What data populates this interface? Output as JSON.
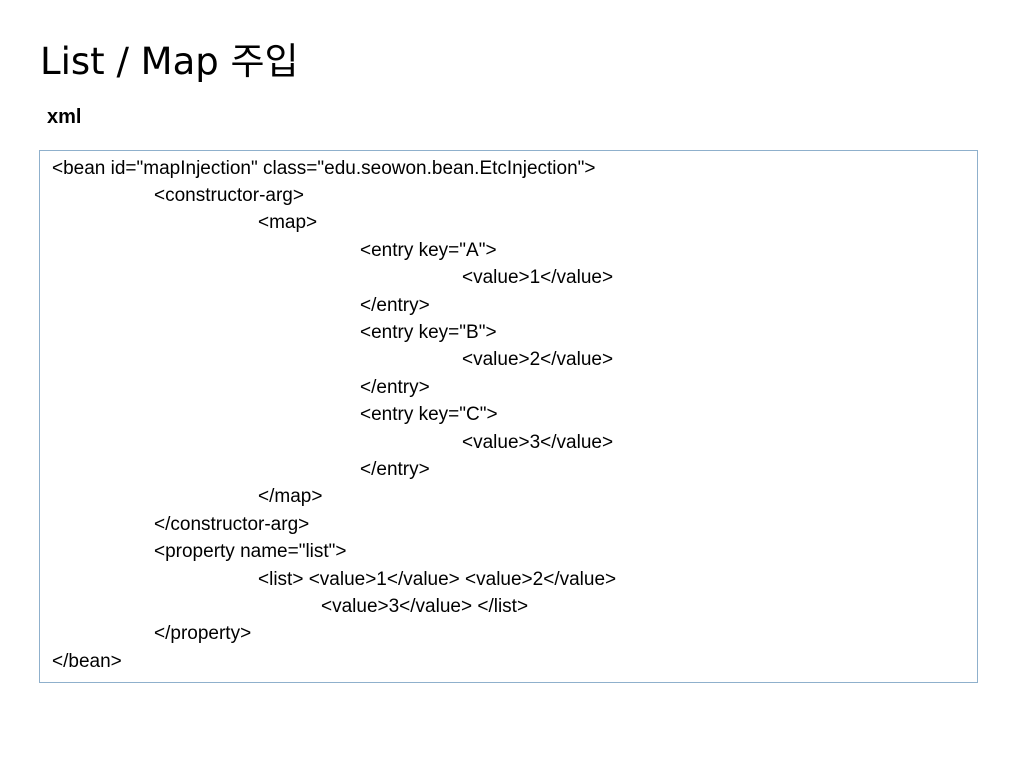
{
  "slide": {
    "title": "List / Map 주입",
    "section_label": "xml"
  },
  "code": {
    "lines": [
      "<bean id=\"mapInjection\" class=\"edu.seowon.bean.EtcInjection\">",
      "<constructor-arg>",
      "<map>",
      "<entry key=\"A\">",
      "<value>1</value>",
      "</entry>",
      "<entry key=\"B\">",
      "<value>2</value>",
      "</entry>",
      "<entry key=\"C\">",
      "<value>3</value>",
      "</entry>",
      "</map>",
      "</constructor-arg>",
      "<property name=\"list\">",
      "<list> <value>1</value> <value>2</value>",
      "<value>3</value> </list>",
      "</property>",
      "</bean>"
    ]
  }
}
